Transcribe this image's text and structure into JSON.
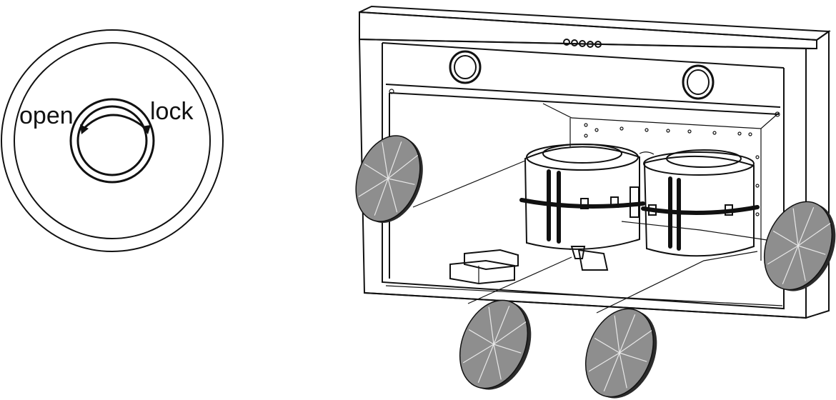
{
  "lock_diagram": {
    "open_label": "open",
    "lock_label": "lock"
  },
  "hood": {
    "control_buttons": 5,
    "lights": 2,
    "fans": 2,
    "grease_filters": 4
  }
}
